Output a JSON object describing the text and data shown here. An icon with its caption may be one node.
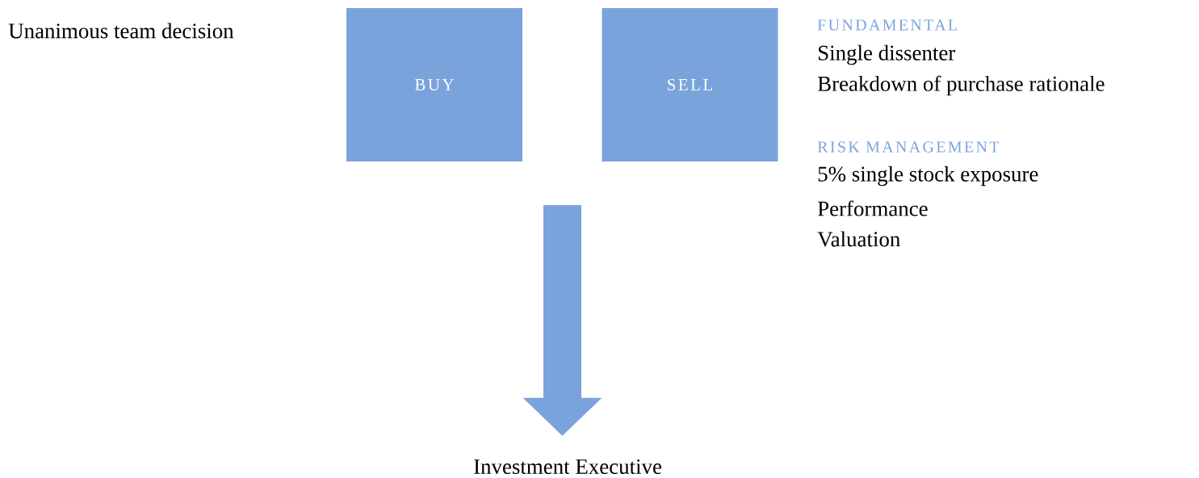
{
  "diagram": {
    "nodes": [
      {
        "text": [
          "BUY"
        ]
      },
      {
        "text": [
          "SELL"
        ]
      },
      {
        "text": [
          "Investment Executive"
        ]
      }
    ],
    "edges": [
      {
        "from": null,
        "to": 2,
        "arrow": "to"
      }
    ],
    "labels": [
      "Unanimous team decision",
      "FUNDAMENTAL",
      "Single dissenter",
      "Breakdown of purchase rationale",
      "RISK MANAGEMENT",
      "5% single stock exposure",
      "Performance",
      "Valuation"
    ]
  }
}
